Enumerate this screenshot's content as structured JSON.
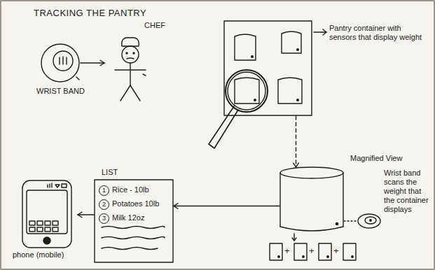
{
  "diagram": {
    "title": "TRACKING THE PANTRY",
    "nodes": [
      {
        "text": [
          "WRIST BAND"
        ]
      },
      {
        "text": [
          "CHEF"
        ]
      },
      {
        "text": [
          "Pantry container with sensors that display weight"
        ]
      },
      {
        "text": [
          "Magnified View"
        ]
      },
      {
        "text": [
          "Wrist band scans the weight that the container displays"
        ]
      },
      {
        "text": [
          "LIST",
          "1",
          "Rice - 10lb",
          "2",
          "Potatoes 10lb",
          "3",
          "Milk 12oz"
        ]
      },
      {
        "text": [
          "phone (mobile)"
        ]
      }
    ],
    "edges": [
      {
        "from": 0,
        "to": 1,
        "arrow": "to"
      },
      {
        "from": 2,
        "to": 3,
        "arrow": "to"
      },
      {
        "from": 3,
        "to": 4,
        "arrow": "none"
      },
      {
        "from": 3,
        "to": 5,
        "arrow": "to"
      },
      {
        "from": 5,
        "to": 6,
        "arrow": "to"
      }
    ],
    "labels": [
      "+",
      "+",
      "+"
    ]
  }
}
